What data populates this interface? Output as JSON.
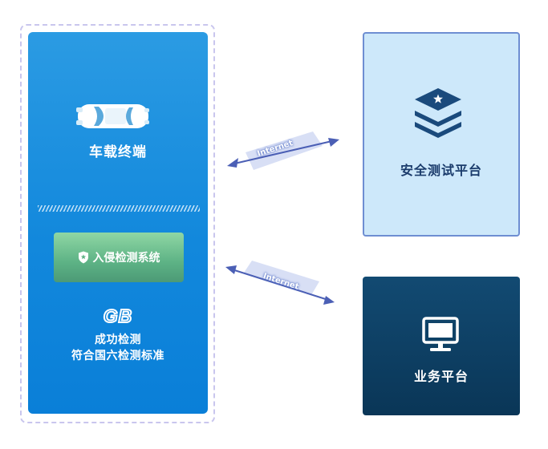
{
  "terminal": {
    "title": "车载终端",
    "ids_label": "入侵检测系统",
    "logo_text": "GB",
    "result_line1": "成功检测",
    "result_line2": "符合国六检测标准"
  },
  "connections": {
    "top_label": "Internet",
    "bottom_label": "Internet"
  },
  "security_platform": {
    "title": "安全测试平台",
    "icon": "layers-star-icon"
  },
  "business_platform": {
    "title": "业务平台",
    "icon": "monitor-icon"
  },
  "colors": {
    "terminal_blue": "#1288dc",
    "security_bg": "#cde8fa",
    "security_border": "#6e8ed2",
    "business_bg": "#0a3657",
    "ids_green": "#5db285",
    "arrow": "#4b5fb5"
  }
}
